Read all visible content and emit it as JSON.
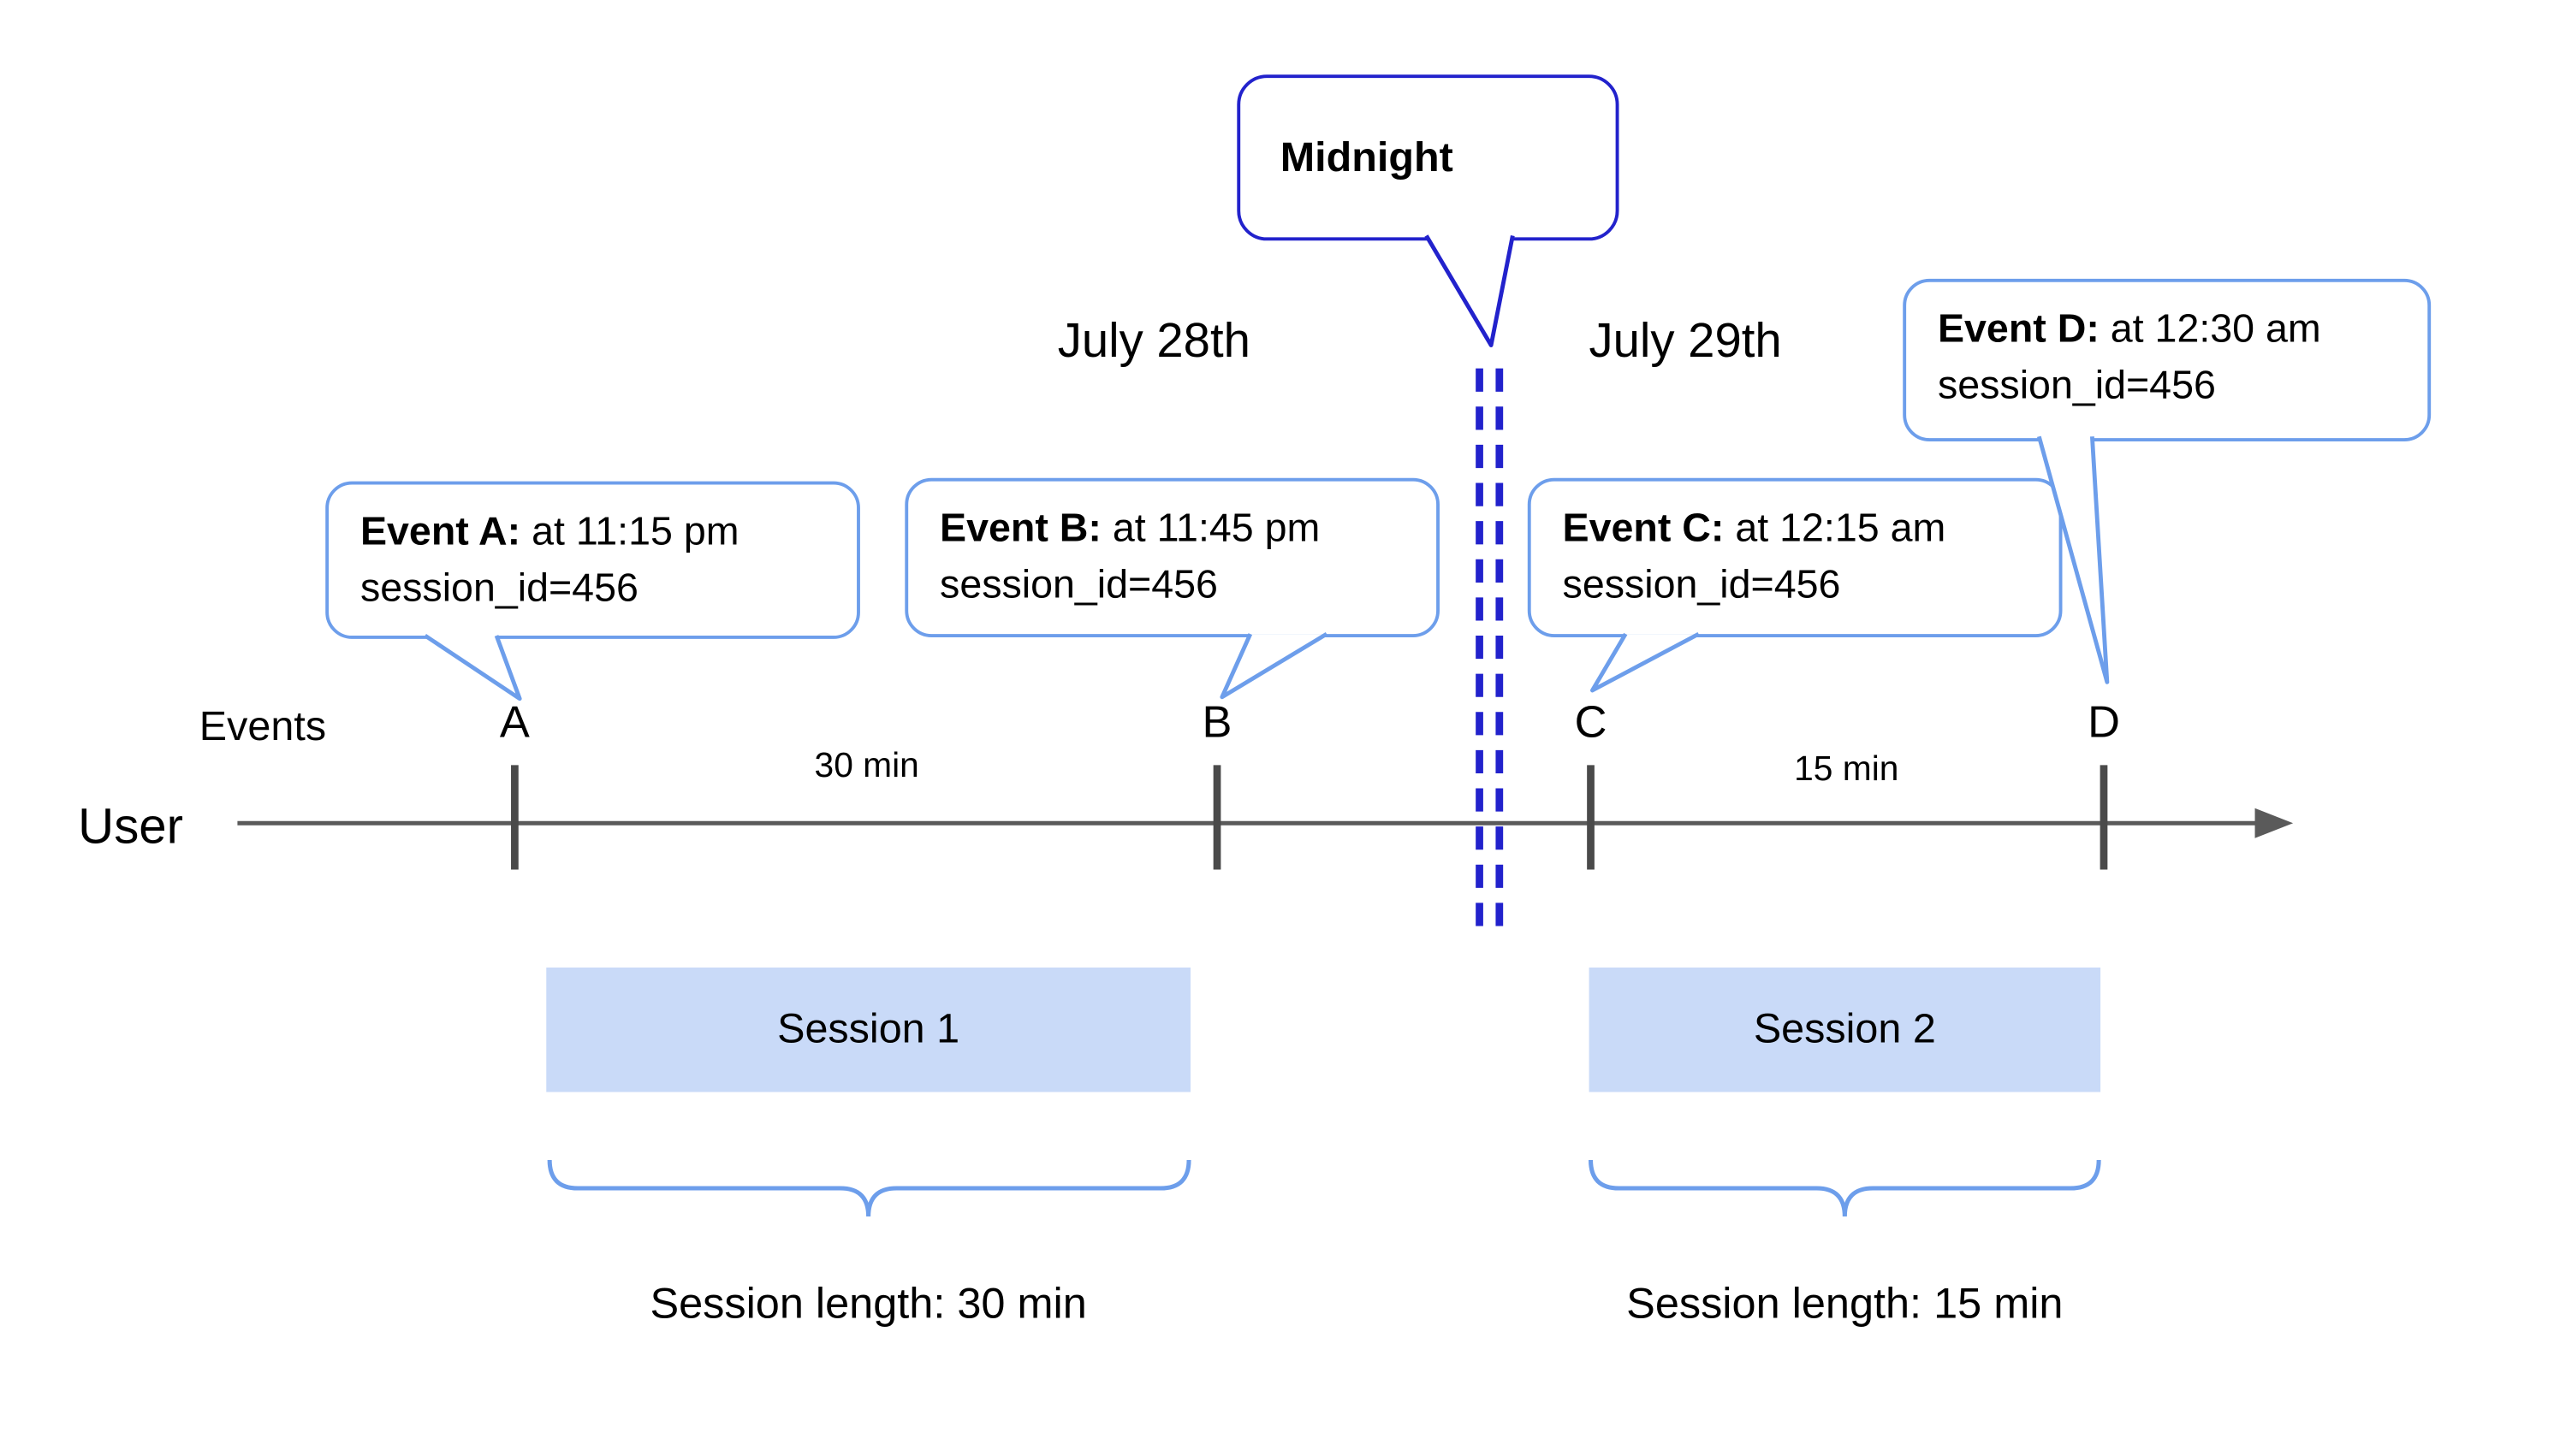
{
  "timeline": {
    "axis_row_label": "Events",
    "user_label": "User",
    "dates": {
      "left": "July 28th",
      "right": "July 29th"
    },
    "midnight": {
      "label": "Midnight"
    },
    "events": [
      {
        "letter": "A",
        "name": "Event A:",
        "time": " at 11:15 pm",
        "session": "session_id=456"
      },
      {
        "letter": "B",
        "name": "Event B:",
        "time": " at 11:45 pm",
        "session": "session_id=456"
      },
      {
        "letter": "C",
        "name": "Event C:",
        "time": " at 12:15 am",
        "session": "session_id=456"
      },
      {
        "letter": "D",
        "name": "Event D:",
        "time": " at 12:30 am",
        "session": "session_id=456"
      }
    ],
    "intervals": [
      {
        "label": "30 min"
      },
      {
        "label": "15 min"
      }
    ],
    "sessions": [
      {
        "label": "Session 1",
        "length_label": "Session length: 30 min"
      },
      {
        "label": "Session 2",
        "length_label": "Session length: 15 min"
      }
    ],
    "colors": {
      "callout_border": "#6d9eeb",
      "midnight_blue": "#2222cc",
      "session_fill": "#c9daf8",
      "axis_gray": "#5a5a5a"
    }
  }
}
